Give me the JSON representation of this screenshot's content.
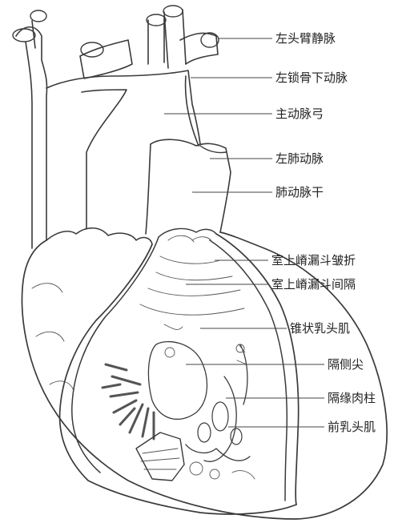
{
  "labels": [
    "左头臂静脉",
    "左锁骨下动脉",
    "主动脉弓",
    "左肺动脉",
    "肺动脉干",
    "室上嵴漏斗皱折",
    "室上嵴漏斗间隔",
    "锥状乳头肌",
    "隔侧尖",
    "隔缘肉柱",
    "前乳头肌"
  ],
  "colors": {
    "ink": "#3a3a3a",
    "background": "#ffffff"
  }
}
